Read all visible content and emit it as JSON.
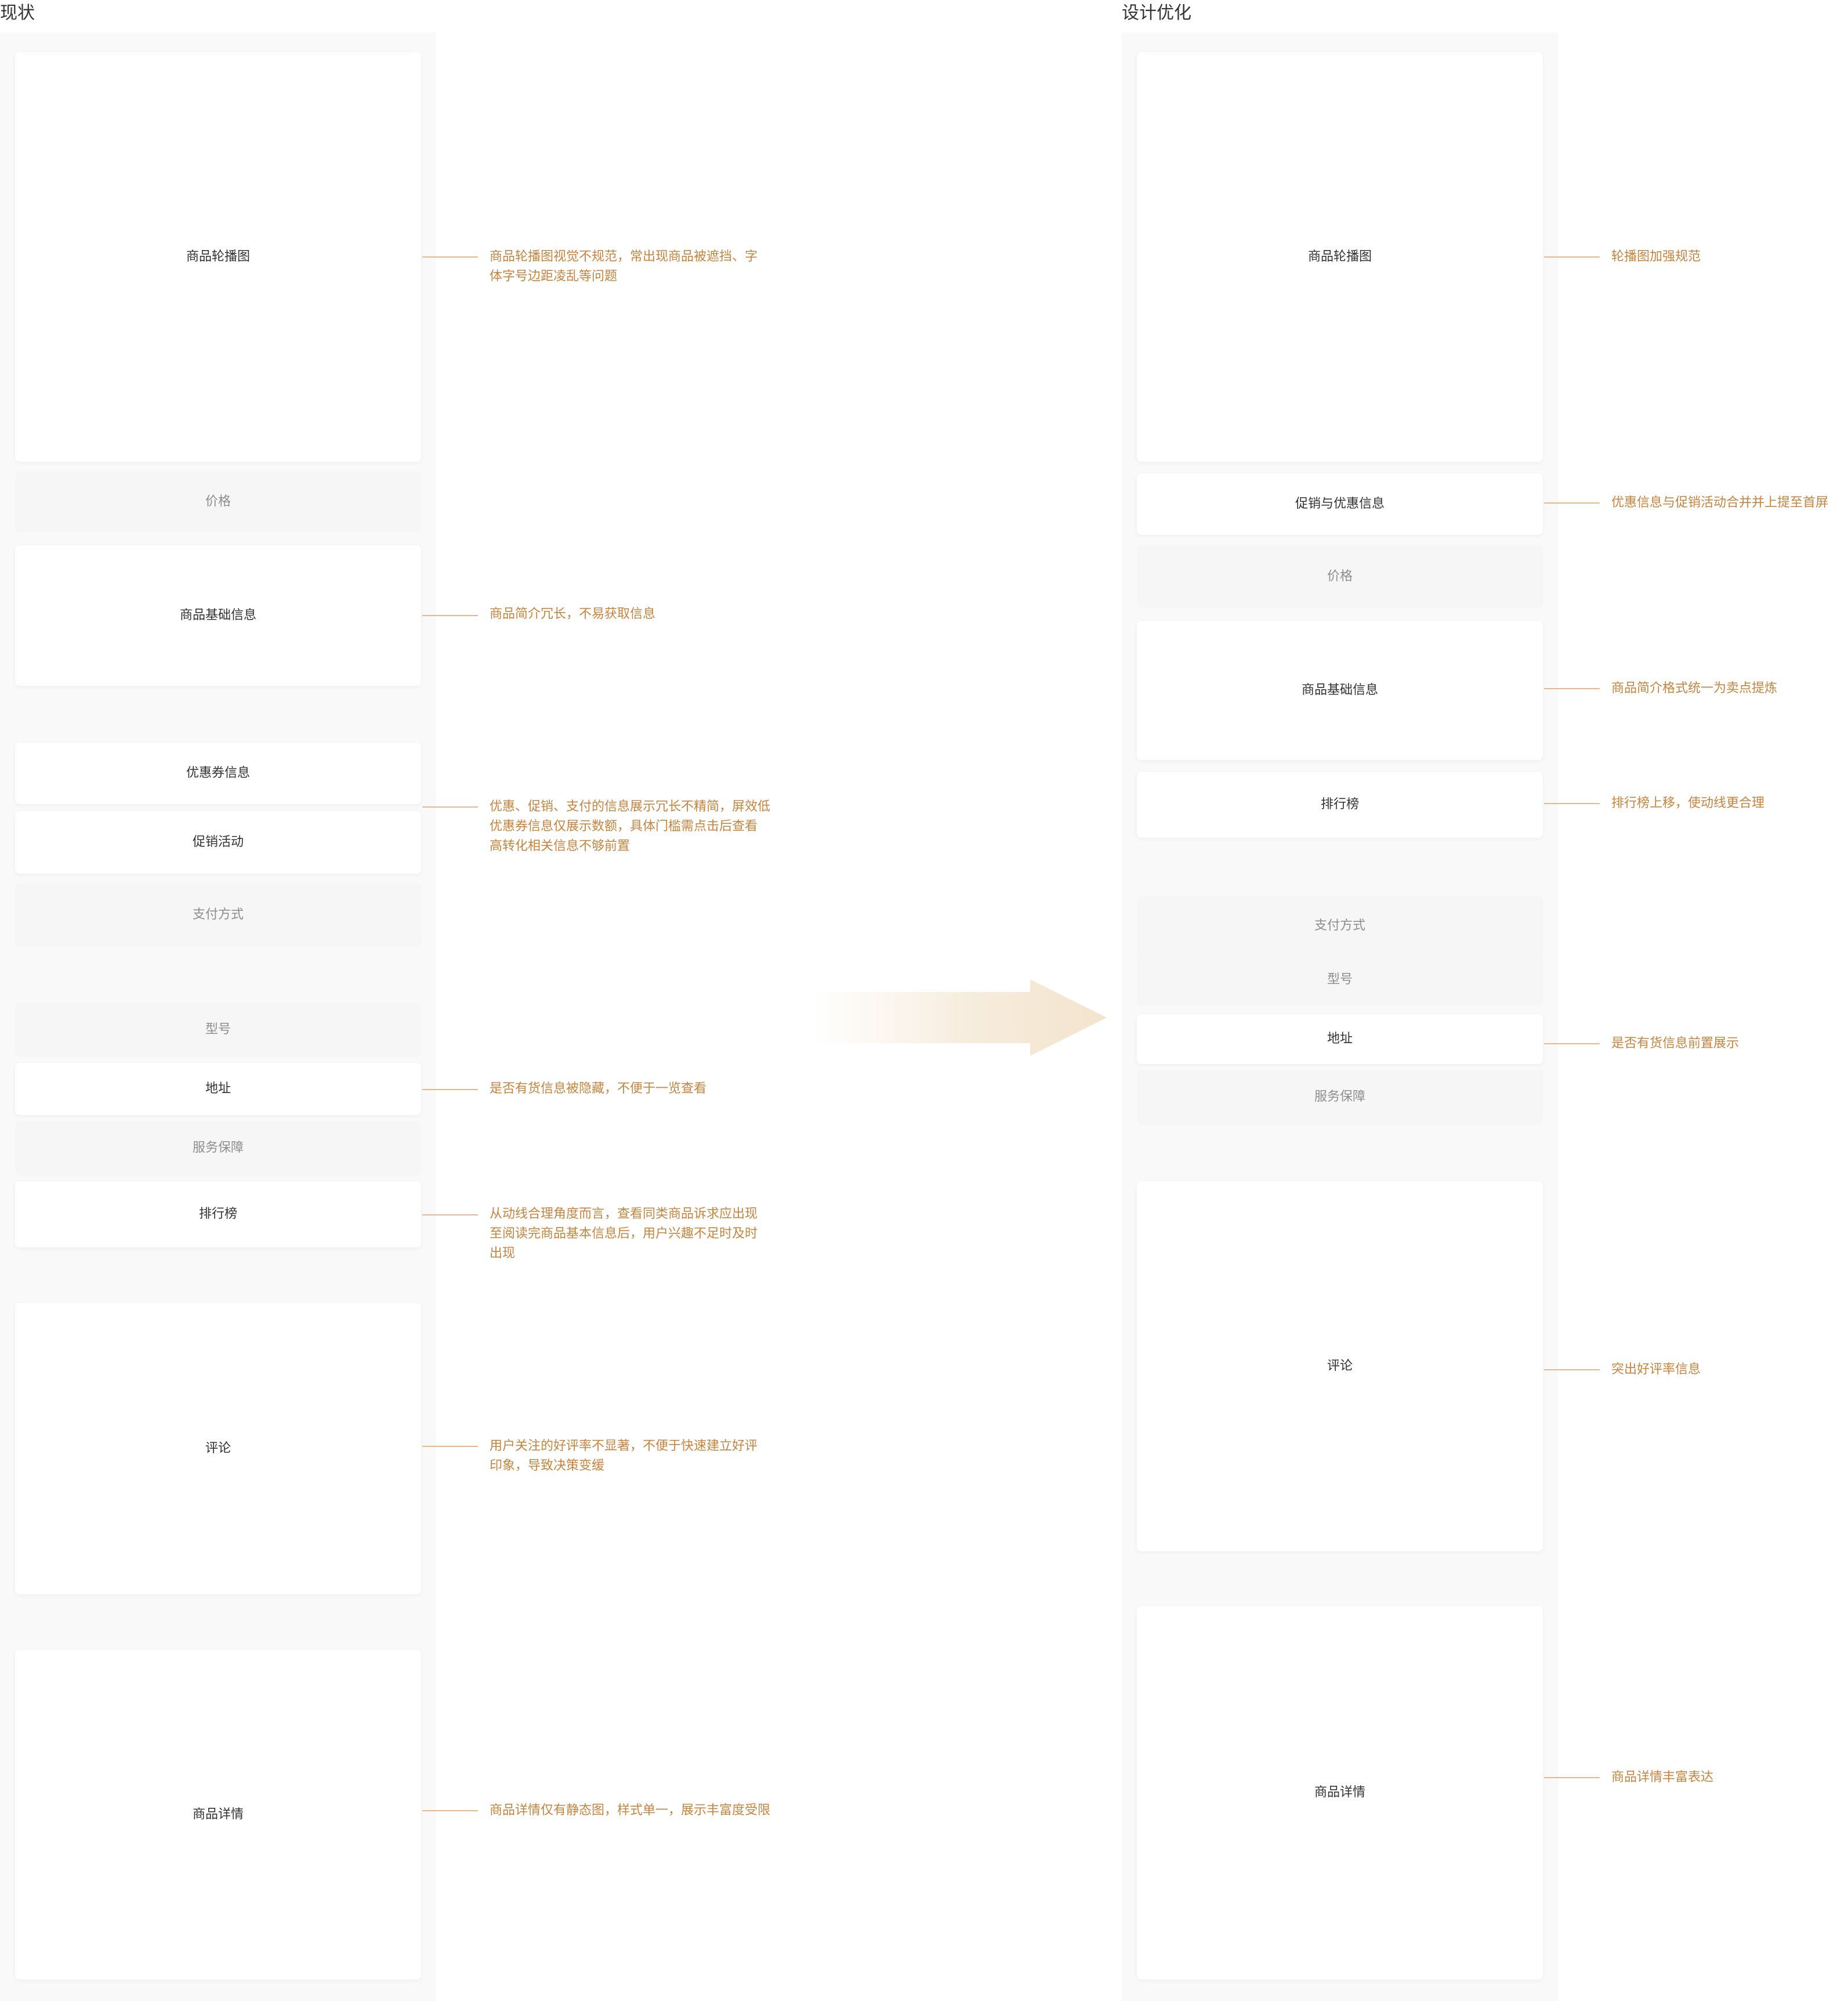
{
  "left": {
    "title": "现状",
    "blocks": {
      "carousel": "商品轮播图",
      "price": "价格",
      "basic_info": "商品基础信息",
      "coupon": "优惠券信息",
      "promotion": "促销活动",
      "payment": "支付方式",
      "model": "型号",
      "address": "地址",
      "service": "服务保障",
      "ranking": "排行榜",
      "reviews": "评论",
      "details": "商品详情"
    },
    "notes": {
      "carousel": [
        "商品轮播图视觉不规范，常出现商品被遮挡、字",
        "体字号边距凌乱等问题"
      ],
      "basic_info": [
        "商品简介冗长，不易获取信息"
      ],
      "discount": [
        "优惠、促销、支付的信息展示冗长不精简，屏效低",
        "优惠券信息仅展示数额，具体门槛需点击后查看",
        "高转化相关信息不够前置"
      ],
      "address": [
        "是否有货信息被隐藏，不便于一览查看"
      ],
      "ranking": [
        "从动线合理角度而言，查看同类商品诉求应出现",
        "至阅读完商品基本信息后，用户兴趣不足时及时",
        "出现"
      ],
      "reviews": [
        "用户关注的好评率不显著，不便于快速建立好评",
        "印象，导致决策变缓"
      ],
      "details": [
        "商品详情仅有静态图，样式单一，展示丰富度受限"
      ]
    }
  },
  "right": {
    "title": "设计优化",
    "blocks": {
      "carousel": "商品轮播图",
      "promo_discount": "促销与优惠信息",
      "price": "价格",
      "basic_info": "商品基础信息",
      "ranking": "排行榜",
      "payment": "支付方式",
      "model": "型号",
      "address": "地址",
      "service": "服务保障",
      "reviews": "评论",
      "details": "商品详情"
    },
    "notes": {
      "carousel": "轮播图加强规范",
      "promo_discount": "优惠信息与促销活动合并并上提至首屏",
      "basic_info": "商品简介格式统一为卖点提炼",
      "ranking": "排行榜上移，使动线更合理",
      "address": "是否有货信息前置展示",
      "reviews": "突出好评率信息",
      "details": "商品详情丰富表达"
    }
  },
  "colors": {
    "note_text": "#c7843e",
    "connector": "#e7b98a",
    "column_bg": "#f9f9f9",
    "gray_block": "#f6f6f6",
    "arrow": "#f3e4cd"
  }
}
